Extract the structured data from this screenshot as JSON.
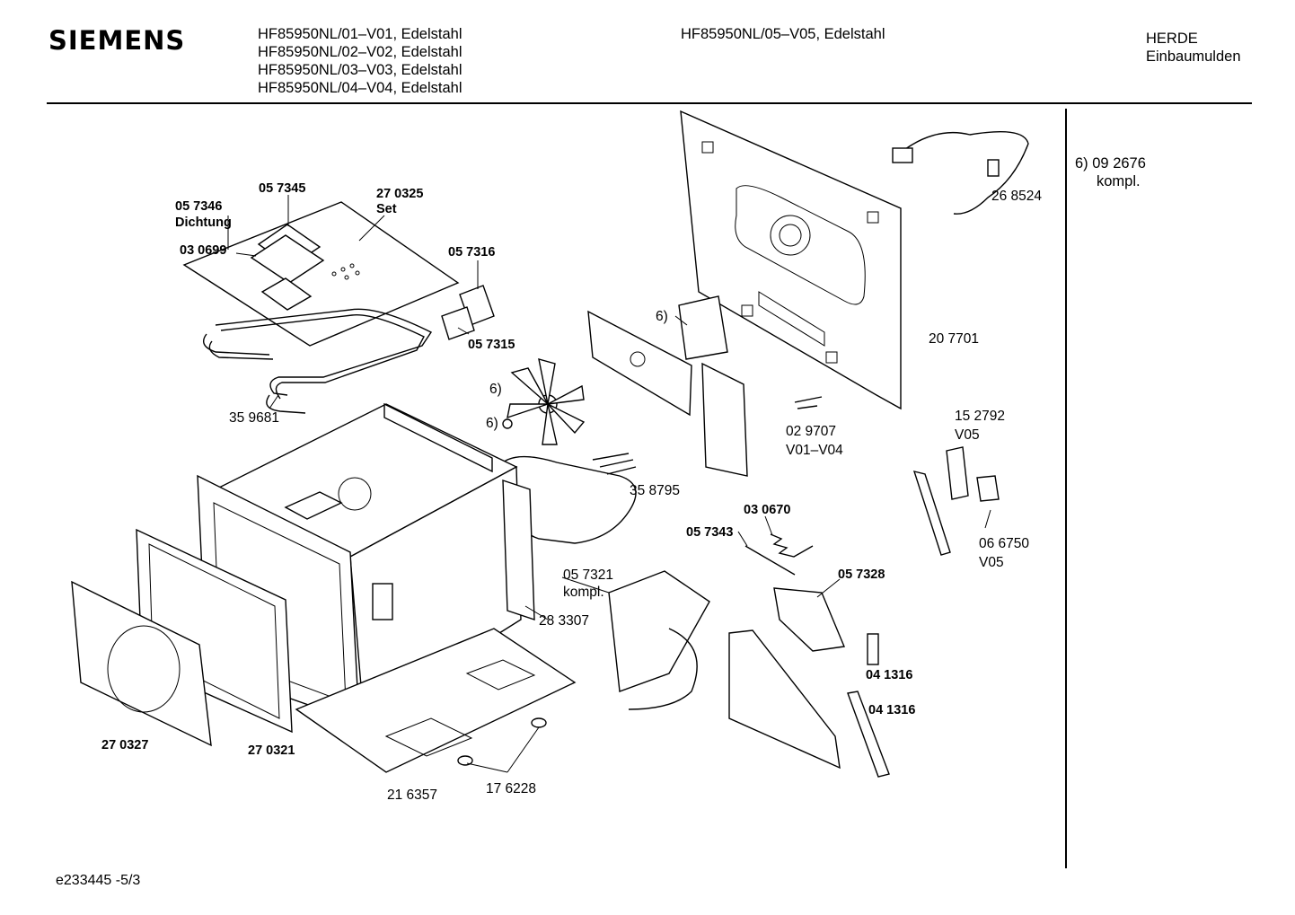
{
  "header": {
    "brand": "SIEMENS",
    "models": [
      "HF85950NL/01–V01, Edelstahl",
      "HF85950NL/02–V02, Edelstahl",
      "HF85950NL/03–V03, Edelstahl",
      "HF85950NL/04–V04, Edelstahl"
    ],
    "model_v05": "HF85950NL/05–V05, Edelstahl",
    "category_line1": "HERDE",
    "category_line2": "Einbaumulden"
  },
  "side_note": {
    "line1": "6)  09 2676",
    "line2": "kompl."
  },
  "footer": "e233445 -5/3",
  "parts": {
    "p057346": "05 7346",
    "dichtung": "Dichtung",
    "p057345": "05 7345",
    "p270325": "27 0325",
    "set": "Set",
    "p030699": "03 0699",
    "p057316": "05 7316",
    "p057315": "05 7315",
    "p359681": "35 9681",
    "p6a": "6)",
    "p6b": "6)",
    "p6c": "6)",
    "p268524": "26 8524",
    "p207701": "20 7701",
    "p029707": "02  9707",
    "v01v04": "V01–V04",
    "p152792": "15 2792",
    "v05a": "V05",
    "p358795": "35 8795",
    "p030670": "03 0670",
    "p057343": "05 7343",
    "p057321": "05 7321",
    "kompl": "kompl.",
    "p057328": "05 7328",
    "p066750": "06 6750",
    "v05b": "V05",
    "p283307": "28 3307",
    "p041316a": "04 1316",
    "p041316b": "04 1316",
    "p270327": "27 0327",
    "p270321": "27 0321",
    "p216357": "21 6357",
    "p176228": "17 6228"
  }
}
